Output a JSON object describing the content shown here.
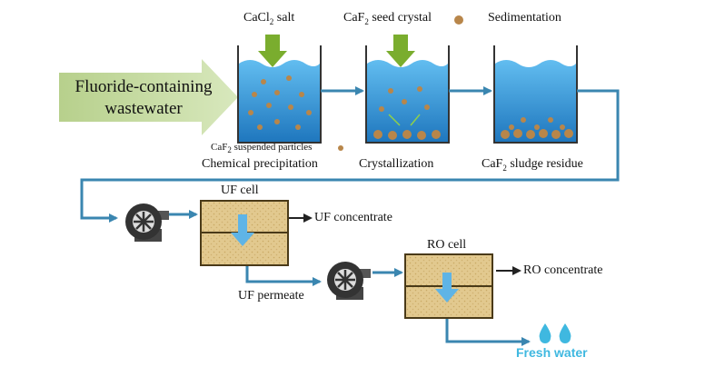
{
  "inputs": {
    "cacl2": {
      "prefix": "CaCl",
      "sub": "2",
      "suffix": " salt"
    },
    "caf2_seed": {
      "prefix": "CaF",
      "sub": "2",
      "suffix": " seed crystal"
    },
    "sedimentation": "Sedimentation"
  },
  "wastewater": {
    "line1": "Fluoride-containing",
    "line2": "wastewater"
  },
  "tanks": {
    "suspended": {
      "prefix": "CaF",
      "sub": "2",
      "suffix": " suspended particles"
    },
    "chemical_precipitation": "Chemical precipitation",
    "crystallization": "Crystallization",
    "sludge": {
      "prefix": "CaF",
      "sub": "2",
      "suffix": " sludge residue"
    }
  },
  "uf": {
    "cell": "UF cell",
    "concentrate": "UF concentrate",
    "permeate": "UF permeate"
  },
  "ro": {
    "cell": "RO cell",
    "concentrate": "RO concentrate"
  },
  "output": {
    "fresh_water": "Fresh water"
  },
  "colors": {
    "pipe": "#3a86b0",
    "water": "#2e86c8",
    "water_light": "#5fb4e6",
    "green_arrow": "#7aad2e",
    "big_arrow": "#c7dca2",
    "membrane": "#ddc48a",
    "membrane_dark": "#6b5526",
    "particle": "#b8864a",
    "fresh": "#3fb8e0"
  }
}
